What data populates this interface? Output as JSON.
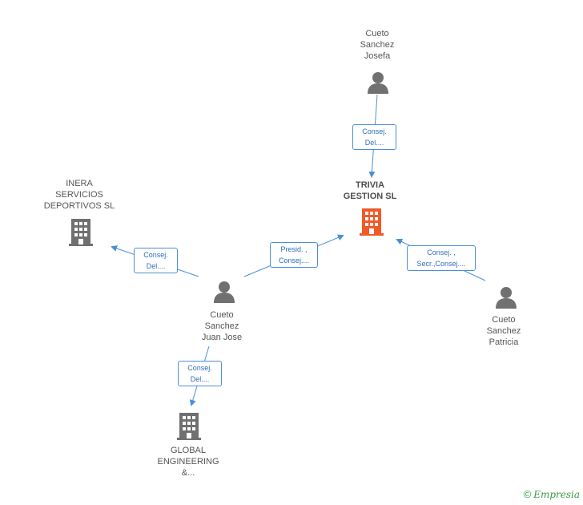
{
  "nodes": {
    "trivia": {
      "label_lines": [
        "TRIVIA",
        "GESTION SL"
      ],
      "type": "company",
      "color": "#f05a28"
    },
    "inera": {
      "label_lines": [
        "INERA",
        "SERVICIOS",
        "DEPORTIVOS SL"
      ],
      "type": "company",
      "color": "#707070"
    },
    "global": {
      "label_lines": [
        "GLOBAL",
        "ENGINEERING",
        "&..."
      ],
      "type": "company",
      "color": "#707070"
    },
    "josefa": {
      "label_lines": [
        "Cueto",
        "Sanchez",
        "Josefa"
      ],
      "type": "person",
      "color": "#707070"
    },
    "juan_jose": {
      "label_lines": [
        "Cueto",
        "Sanchez",
        "Juan Jose"
      ],
      "type": "person",
      "color": "#707070"
    },
    "patricia": {
      "label_lines": [
        "Cueto",
        "Sanchez",
        "Patricia"
      ],
      "type": "person",
      "color": "#707070"
    }
  },
  "edges": {
    "josefa_trivia": {
      "lines": [
        "Consej.",
        "Del...."
      ]
    },
    "juan_trivia": {
      "lines": [
        "Presid. ,",
        "Consej...."
      ]
    },
    "patricia_trivia": {
      "lines": [
        "Consej. ,",
        "Secr.,Consej...."
      ]
    },
    "juan_inera": {
      "lines": [
        "Consej.",
        "Del...."
      ]
    },
    "juan_global": {
      "lines": [
        "Consej.",
        "Del...."
      ]
    }
  },
  "colors": {
    "edge": "#4a90d9",
    "edge_label_text": "#2f6fb8"
  },
  "footer": {
    "copyright": "©",
    "brand": "Empresia"
  }
}
